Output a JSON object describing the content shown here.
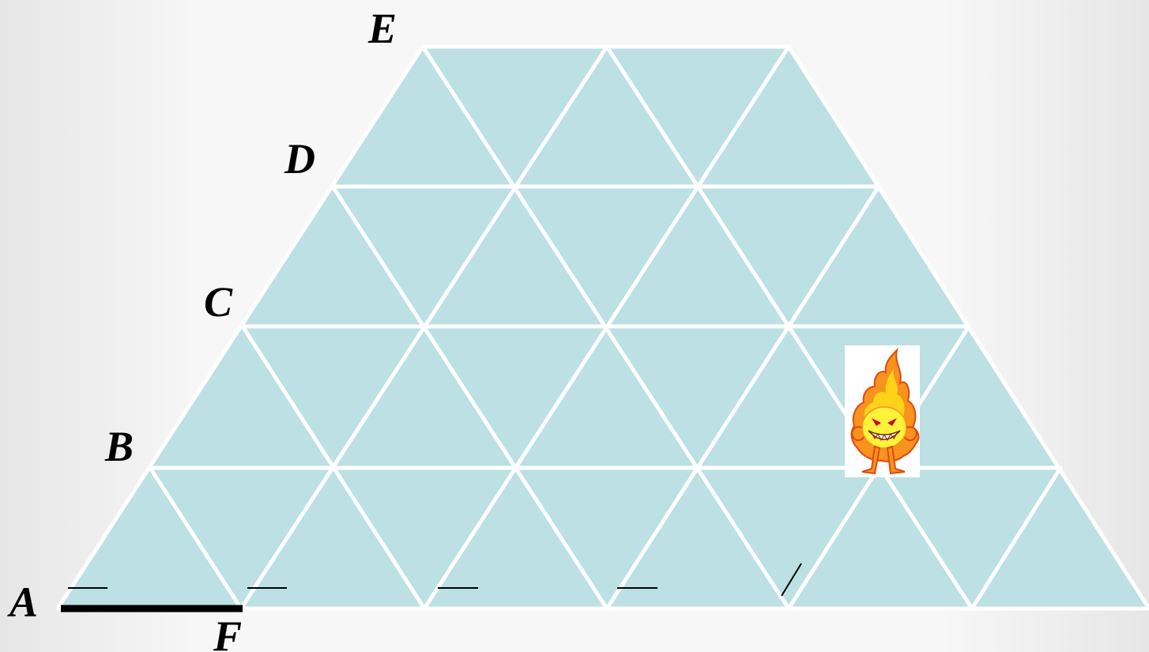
{
  "labels": {
    "A": "A",
    "B": "B",
    "C": "C",
    "D": "D",
    "E": "E",
    "F": "F"
  },
  "colors": {
    "tile_fill": "#bce0e3",
    "grid_lines": "#ffffff",
    "segment": "#000000",
    "label": "#000000"
  },
  "character": {
    "icon": "flame-character-icon"
  }
}
